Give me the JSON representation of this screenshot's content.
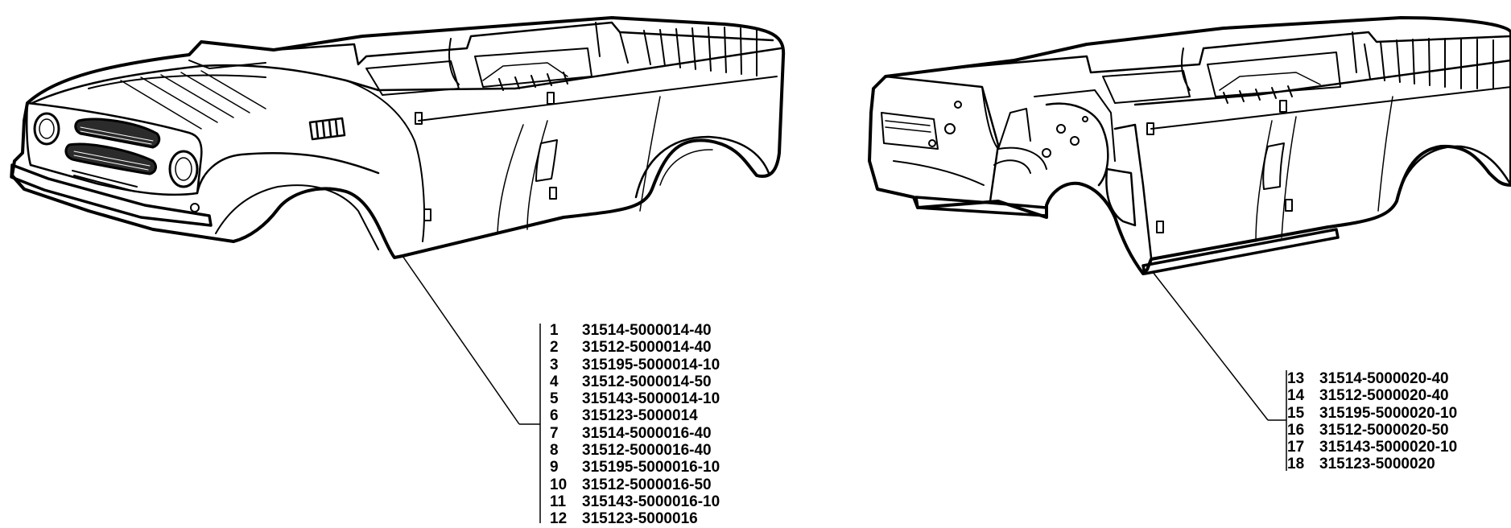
{
  "diagram": {
    "figures": [
      {
        "name": "body-front-view",
        "callout_group": "left"
      },
      {
        "name": "body-rear-interior-view",
        "callout_group": "right"
      }
    ],
    "legends": {
      "left": [
        {
          "num": "1",
          "code": "31514-5000014-40"
        },
        {
          "num": "2",
          "code": "31512-5000014-40"
        },
        {
          "num": "3",
          "code": "315195-5000014-10"
        },
        {
          "num": "4",
          "code": "31512-5000014-50"
        },
        {
          "num": "5",
          "code": "315143-5000014-10"
        },
        {
          "num": "6",
          "code": "315123-5000014"
        },
        {
          "num": "7",
          "code": "31514-5000016-40"
        },
        {
          "num": "8",
          "code": "31512-5000016-40"
        },
        {
          "num": "9",
          "code": "315195-5000016-10"
        },
        {
          "num": "10",
          "code": "31512-5000016-50"
        },
        {
          "num": "11",
          "code": "315143-5000016-10"
        },
        {
          "num": "12",
          "code": "315123-5000016"
        }
      ],
      "right": [
        {
          "num": "13",
          "code": "31514-5000020-40"
        },
        {
          "num": "14",
          "code": "31512-5000020-40"
        },
        {
          "num": "15",
          "code": "315195-5000020-10"
        },
        {
          "num": "16",
          "code": "31512-5000020-50"
        },
        {
          "num": "17",
          "code": "315143-5000020-10"
        },
        {
          "num": "18",
          "code": "315123-5000020"
        }
      ]
    }
  }
}
